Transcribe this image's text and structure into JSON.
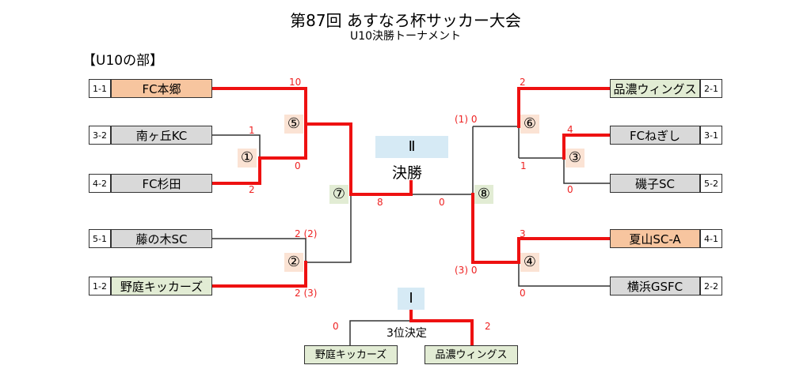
{
  "header": {
    "title": "第87回 あすなろ杯サッカー大会",
    "subtitle": "U10決勝トーナメント",
    "division": "【U10の部】"
  },
  "left": [
    {
      "seed": "1-1",
      "name": "FC本郷"
    },
    {
      "seed": "3-2",
      "name": "南ヶ丘KC"
    },
    {
      "seed": "4-2",
      "name": "FC杉田"
    },
    {
      "seed": "5-1",
      "name": "藤の木SC"
    },
    {
      "seed": "1-2",
      "name": "野庭キッカーズ"
    }
  ],
  "right": [
    {
      "seed": "2-1",
      "name": "品濃ウィングス"
    },
    {
      "seed": "3-1",
      "name": "FCねぎし"
    },
    {
      "seed": "5-2",
      "name": "磯子SC"
    },
    {
      "seed": "4-1",
      "name": "夏山SC-A"
    },
    {
      "seed": "2-2",
      "name": "横浜GSFC"
    }
  ],
  "matches": {
    "m1": "①",
    "m2": "②",
    "m3": "③",
    "m4": "④",
    "m5": "⑤",
    "m6": "⑥",
    "m7": "⑦",
    "m8": "⑧",
    "final": "Ⅱ",
    "third": "Ⅰ"
  },
  "labels": {
    "final": "決勝",
    "third": "3位決定"
  },
  "scores": {
    "m5_top": "10",
    "m5_bot": "0",
    "m1_top": "1",
    "m1_bot": "2",
    "m2_top": "2 (2)",
    "m2_bot": "2 (3)",
    "m7_left": "8",
    "m8_right": "0",
    "m6_top": "2",
    "m6_bot": "(1) 0",
    "m3_top": "4",
    "m3_bot": "1",
    "m3_low": "0",
    "m4_top": "3",
    "m4_bot": "(3) 0",
    "m4_low": "0",
    "third_left": "0",
    "third_right": "2"
  },
  "third_place": {
    "left_team": "野庭キッカーズ",
    "right_team": "品濃ウィングス"
  },
  "colors": {
    "win_line": "#ee1111",
    "line": "#333333",
    "team_gray": "#d9d9d9",
    "team_orange": "#f7c59f",
    "team_green": "#e2ecd4",
    "match_orange": "#fbe3d4",
    "match_green": "#e2ecd4",
    "match_blue": "#d6eaf5"
  }
}
